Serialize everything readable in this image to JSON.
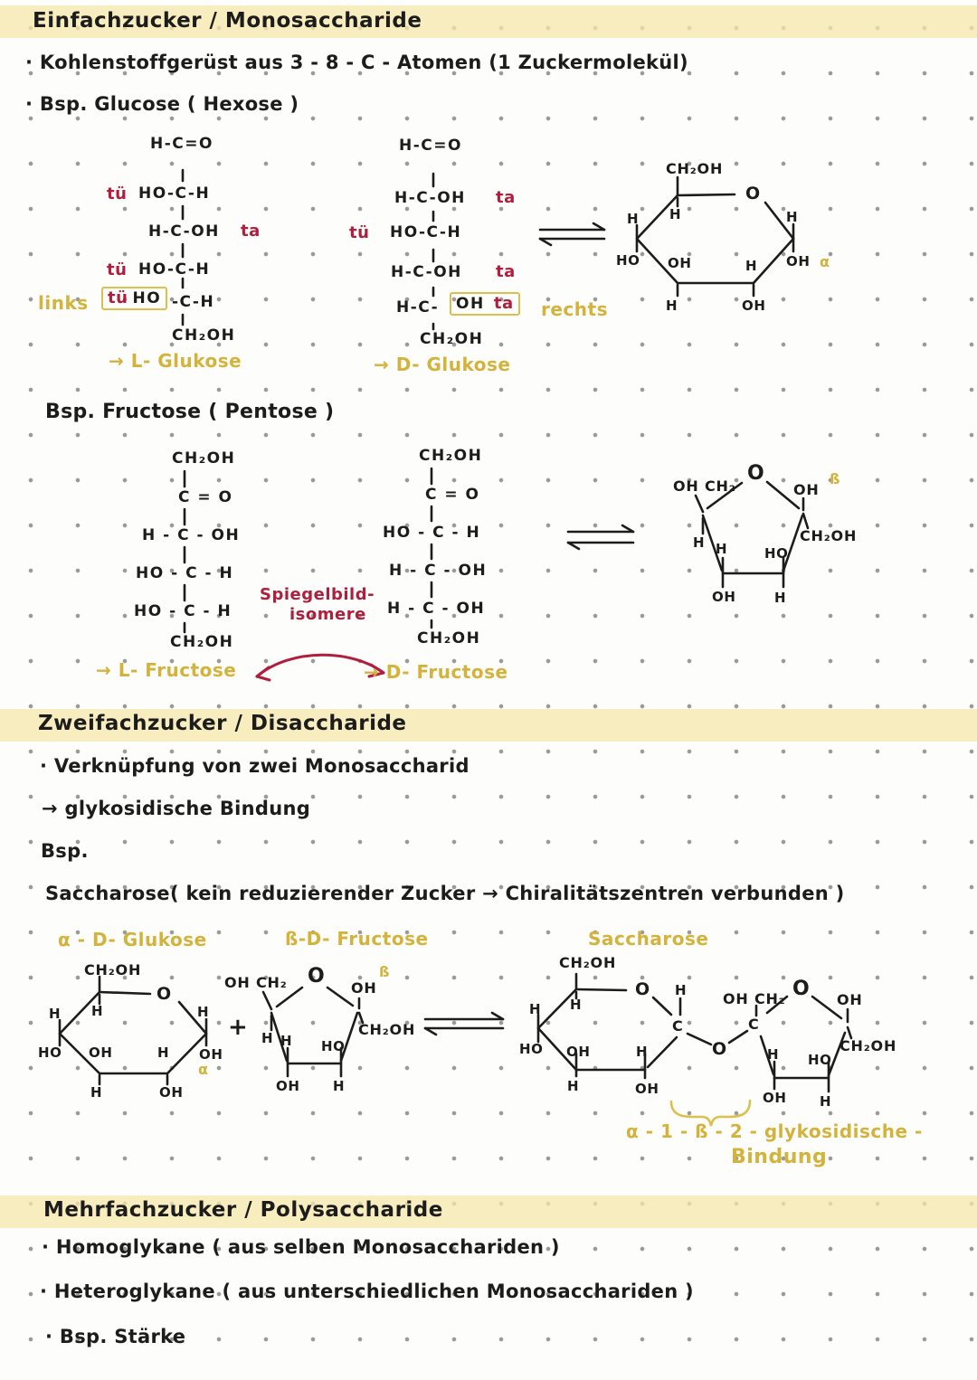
{
  "colors": {
    "ink": "#1c1c1c",
    "red_annotation": "#b01e3e",
    "yellow_marker": "#d4b33c",
    "highlight_band": "#f6e7aa",
    "paper": "#fdfdfb"
  },
  "mono": {
    "title": "Einfachzucker / Monosaccharide",
    "bullet1": "· Kohlenstoffgerüst aus 3 - 8 - C - Atomen  (1 Zuckermolekül)",
    "bullet2": "· Bsp. Glucose  ( Hexose )",
    "l_glucose": {
      "top": "H-C=O",
      "row1_red": "tü",
      "row1": "HO-C-H",
      "row2": "H-C-OH",
      "row2_red": "ta",
      "row3_red": "tü",
      "row3": "HO-C-H",
      "links": "links",
      "row4_red": "tü",
      "row4_boxed": "HO",
      "row4_rest": "-C-H",
      "row5": "CH₂OH",
      "label": "→ L- Glukose"
    },
    "d_glucose": {
      "top": "H-C=O",
      "row1": "H-C-OH",
      "row1_red": "ta",
      "row2_red": "tü",
      "row2": "HO-C-H",
      "row3": "H-C-OH",
      "row3_red": "ta",
      "row4": "H-C-",
      "row4_boxed": "OH",
      "row4_boxed_red": "ta",
      "rechts": "rechts",
      "row5": "CH₂OH",
      "label": "→ D- Glukose"
    },
    "glucose_ring": {
      "ch2oh": "CH₂OH",
      "o": "O",
      "tl_h": "H",
      "l_h": "H",
      "l_ho": "HO",
      "r_h": "H",
      "r_oh": "OH",
      "alpha": "α",
      "br_h": "H",
      "br_oh": "OH",
      "bl_oh": "OH",
      "bl_h": "H"
    },
    "bullet3": "Bsp. Fructose  ( Pentose )",
    "l_fructose": {
      "row1": "CH₂OH",
      "row2": "C = O",
      "row3": "H - C - OH",
      "row4": "HO - C - H",
      "row5": "HO - C - H",
      "row6": "CH₂OH",
      "label": "→ L- Fructose"
    },
    "d_fructose": {
      "row1": "CH₂OH",
      "row2": "C = O",
      "row3": "HO - C - H",
      "row4": "H - C - OH",
      "row5": "H - C - OH",
      "row6": "CH₂OH",
      "label": "→ D- Fructose"
    },
    "spiegelbild_line1": "Spiegelbild-",
    "spiegelbild_line2": "isomere",
    "fructose_ring": {
      "ohch2": "OH CH₂",
      "o": "O",
      "beta": "ß",
      "ur_oh": "OH",
      "ur_ch2oh": "CH₂OH",
      "ul_h": "H",
      "bl_h": "H",
      "bl_oh": "OH",
      "br_ho": "HO",
      "br_h": "H"
    }
  },
  "di": {
    "title": "Zweifachzucker / Disaccharide",
    "bullet1": "· Verknüpfung von zwei Monosaccharid",
    "bullet2": "→ glykosidische Bindung",
    "bullet3": "Bsp.",
    "saccharose_name": "Saccharose",
    "saccharose_note": "( kein reduzierender Zucker  →  Chiralitätszentren verbunden )",
    "label_alpha_glucose": "α - D- Glukose",
    "label_beta_fructose": "ß-D- Fructose",
    "label_saccharose": "Saccharose",
    "plus": "+",
    "alpha_glucose_ring": {
      "ch2oh": "CH₂OH",
      "o": "O",
      "tl_h": "H",
      "l_h": "H",
      "l_ho": "HO",
      "r_h": "H",
      "r_oh": "OH",
      "alpha": "α",
      "br_h": "H",
      "br_oh": "OH",
      "bl_oh": "OH",
      "bl_h": "H"
    },
    "beta_fructose_ring": {
      "ohch2": "OH CH₂",
      "o": "O",
      "beta": "ß",
      "ur_oh": "OH",
      "ur_ch2oh": "CH₂OH",
      "ul_h": "H",
      "bl_h": "H",
      "bl_oh": "OH",
      "br_ho": "HO",
      "br_h": "H"
    },
    "saccharose": {
      "ch2oh": "CH₂OH",
      "o": "O",
      "tl_h": "H",
      "l_h": "H",
      "l_ho": "HO",
      "bl_oh": "OH",
      "bl_h": "H",
      "br_h": "H",
      "br_oh": "OH",
      "c1_h": "H",
      "c1": "C",
      "o_link": "O",
      "c2": "C",
      "ohch2": "OH CH₂",
      "o2": "O",
      "ur_oh": "OH",
      "ur_ch2oh": "CH₂OH",
      "f_h": "H",
      "f_ho": "HO",
      "f_oh": "OH",
      "f_h2": "H",
      "bond_label_1": "α - 1 - ß - 2 - glykosidische -",
      "bond_label_2": "Bindung"
    }
  },
  "poly": {
    "title": "Mehrfachzucker / Polysaccharide",
    "bullet1": "· Homoglykane  ( aus selben Monosacchariden )",
    "bullet2": "· Heteroglykane  ( aus unterschiedlichen Monosacchariden )",
    "bullet3": "· Bsp. Stärke"
  }
}
